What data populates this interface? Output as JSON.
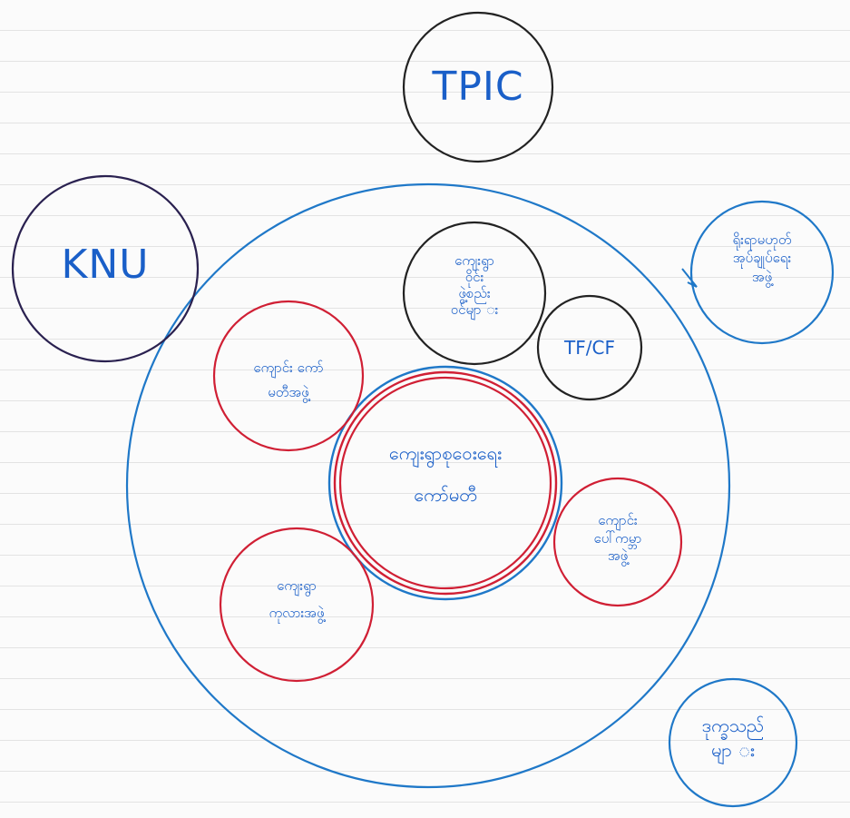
{
  "diagram": {
    "colors": {
      "blue": "#1f78c8",
      "red": "#d01f34",
      "black": "#222222",
      "navy": "#2a2150",
      "ink": "#1a5fc8"
    },
    "nodes": {
      "tpic": {
        "label": "TPIC"
      },
      "knu": {
        "label": "KNU"
      },
      "top_right": {
        "label": "ရိုးရာမဟုတ်\nအုပ်ချုပ်ရေး\nအဖွဲ့"
      },
      "bottom_right": {
        "label": "ဒုက္ခသည်\nမျာ း"
      },
      "center": {
        "label": "ကျေးရွာစုဝေးရေး\nကော်မတီ"
      },
      "inner_top": {
        "label": "ကျေးရွာ\nဝိုင်း\nဖွဲ့စည်း\nဝင်မျာ း"
      },
      "tf_cf": {
        "label": "TF/CF"
      },
      "left_upper": {
        "label": "ကျောင်း ကော်\nမတီအဖွဲ့"
      },
      "right_lower": {
        "label": "ကျောင်း\nပေါ်ကမ္ဘာ\nအဖွဲ့"
      },
      "left_lower": {
        "label": "ကျေးရွာ\nကုလားအဖွဲ့"
      }
    }
  }
}
